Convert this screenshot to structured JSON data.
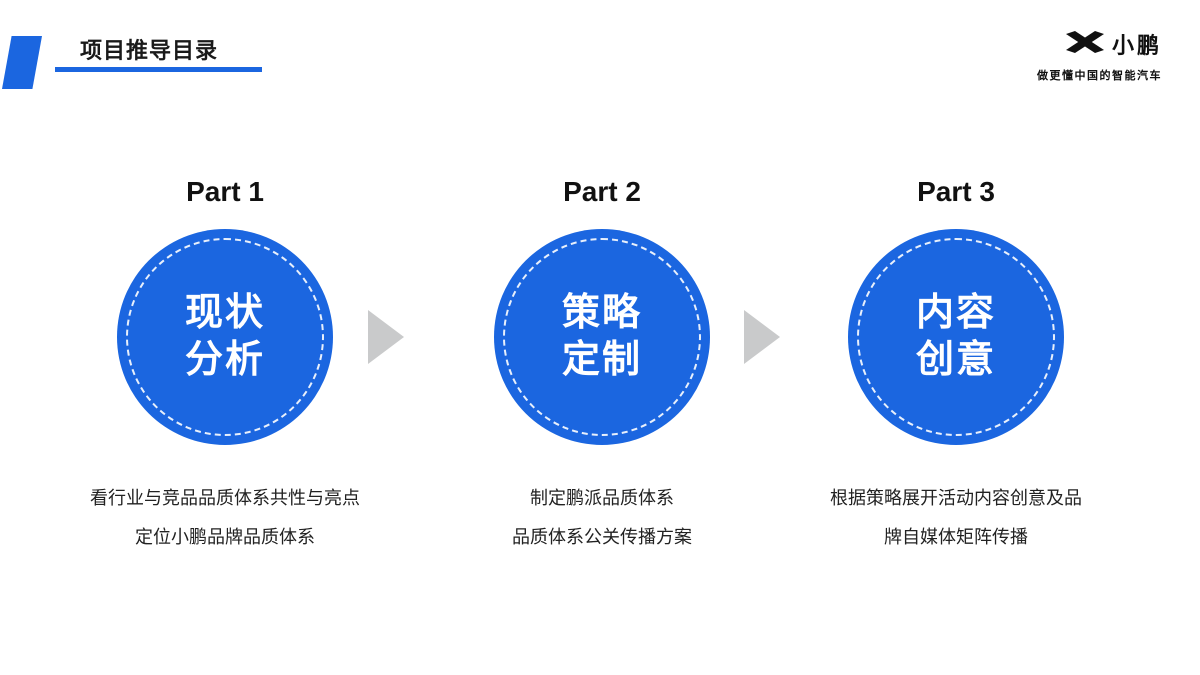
{
  "slide": {
    "title": "项目推导目录",
    "logo": {
      "brand": "小鹏",
      "tagline": "做更懂中国的智能汽车"
    },
    "colors": {
      "accent_blue": "#1b66e0",
      "arrow_gray": "#c9cacb",
      "circle_text": "#ffffff"
    },
    "parts": [
      {
        "label": "Part 1",
        "circle_line1": "现状",
        "circle_line2": "分析",
        "desc_line1": "看行业与竞品品质体系共性与亮点",
        "desc_line2": "定位小鹏品牌品质体系"
      },
      {
        "label": "Part 2",
        "circle_line1": "策略",
        "circle_line2": "定制",
        "desc_line1": "制定鹏派品质体系",
        "desc_line2": "品质体系公关传播方案"
      },
      {
        "label": "Part 3",
        "circle_line1": "内容",
        "circle_line2": "创意",
        "desc_line1": "根据策略展开活动内容创意及品",
        "desc_line2": "牌自媒体矩阵传播"
      }
    ]
  }
}
